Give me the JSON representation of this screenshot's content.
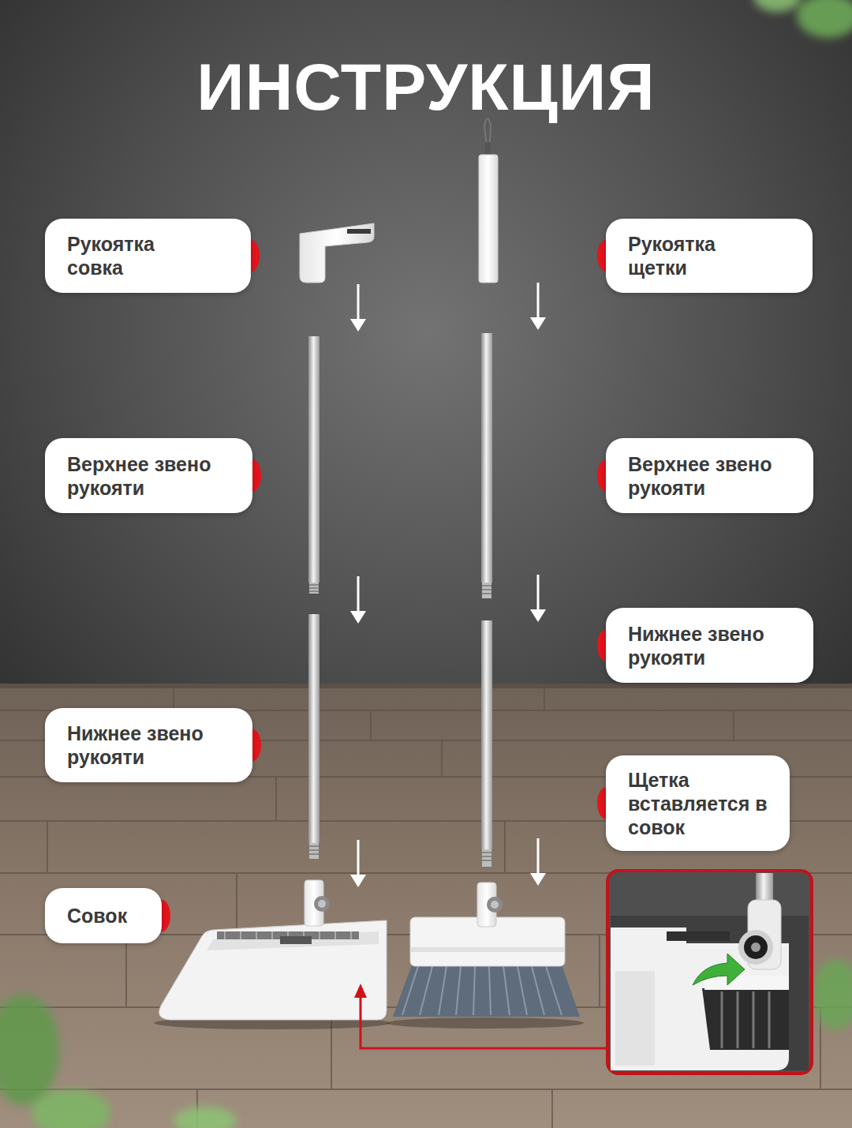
{
  "diagram": {
    "title": "ИНСТРУКЦИЯ",
    "nodes": [
      {
        "text": [
          "Рукоятка совка"
        ]
      },
      {
        "text": [
          "Рукоятка щетки"
        ]
      },
      {
        "text": [
          "Верхнее звено рукояти"
        ]
      },
      {
        "text": [
          "Верхнее звено рукояти"
        ]
      },
      {
        "text": [
          "Нижнее звено рукояти"
        ]
      },
      {
        "text": [
          "Нижнее звено рукояти"
        ]
      },
      {
        "text": [
          "Щетка вставляется в совок"
        ]
      },
      {
        "text": [
          "Совок"
        ]
      }
    ]
  }
}
